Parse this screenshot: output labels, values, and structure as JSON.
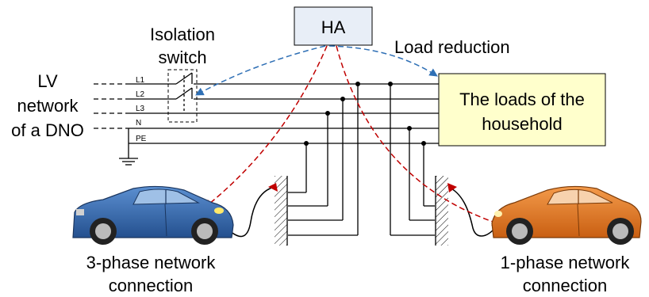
{
  "ha_label": "HA",
  "isolation_switch": {
    "line1": "Isolation",
    "line2": "switch"
  },
  "load_reduction": "Load reduction",
  "lv_network": {
    "line1": "LV",
    "line2": "network",
    "line3": "of a DNO"
  },
  "conductors": [
    "L1",
    "L2",
    "L3",
    "N",
    "PE"
  ],
  "loads": {
    "line1": "The loads of the",
    "line2": "household"
  },
  "ev_left": {
    "line1": "3-phase network",
    "line2": "connection"
  },
  "ev_right": {
    "line1": "1-phase network",
    "line2": "connection"
  },
  "colors": {
    "ha_box_fill": "#e8eef7",
    "loads_fill": "#ffffcc",
    "comm_blue": "#2e6fb5",
    "comm_red": "#c00000",
    "car_left": "#3a6fb4",
    "car_right": "#e07a28"
  }
}
